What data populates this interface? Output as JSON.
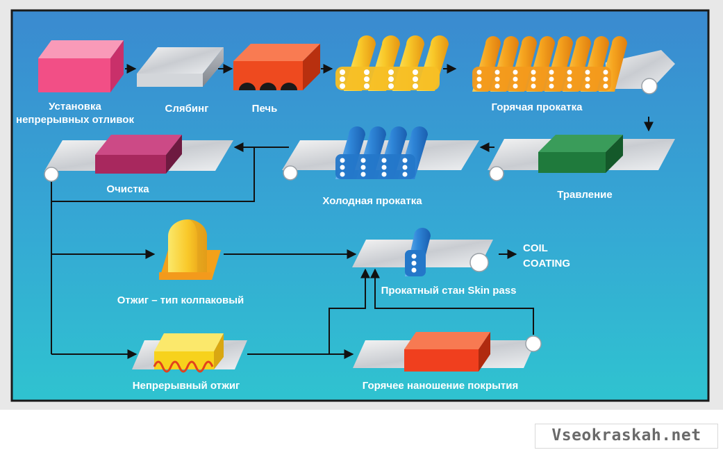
{
  "labels": {
    "continuous_casting_l1": "Установка",
    "continuous_casting_l2": "непрерывных отливок",
    "slabbing": "Слябинг",
    "furnace": "Печь",
    "hot_rolling": "Горячая прокатка",
    "pickling": "Травление",
    "cold_rolling": "Холодная прокатка",
    "cleaning": "Очистка",
    "batch_annealing": "Отжиг – тип колпаковый",
    "skin_pass": "Прокатный стан Skin pass",
    "coil_coating_l1": "COIL",
    "coil_coating_l2": "COATING",
    "continuous_annealing": "Непрерывный отжиг",
    "hot_dip_coating": "Горячее наношение покрытия"
  },
  "watermark": "Vseokraskah.net",
  "colors": {
    "background_top": "#3b8fd0",
    "background_bottom": "#33c0d2",
    "casting_block": "#f24f86",
    "furnace_block": "#ee4a1f",
    "hot_rolls": "#f6a51f",
    "cold_rolls": "#1f6ec3",
    "pickling_block": "#1f7a3c",
    "cleaning_block": "#a8285e",
    "annealing_block": "#f7d21c",
    "coating_block": "#f03f1e",
    "arrow": "#111111",
    "label_text": "#ffffff"
  }
}
